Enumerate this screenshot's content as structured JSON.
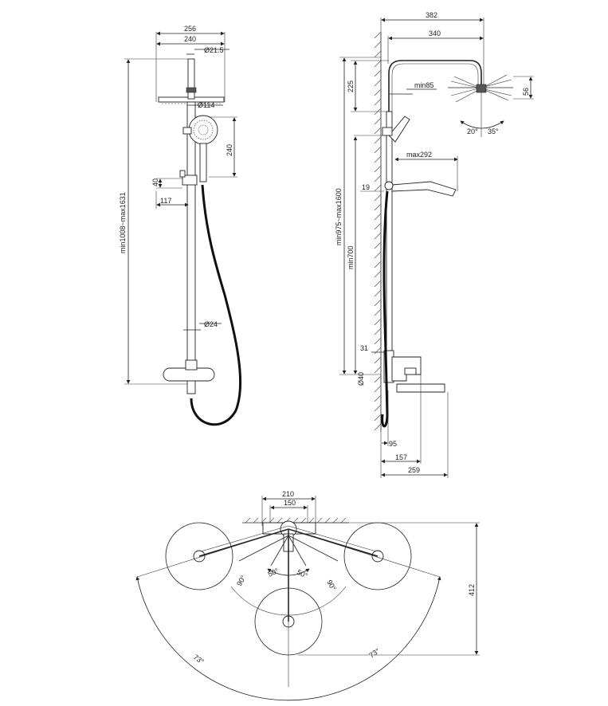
{
  "front_view": {
    "dim_256": "256",
    "dim_240": "240",
    "dim_d21_5": "Ø21.5",
    "dim_d114": "Ø114",
    "dim_240_v": "240",
    "dim_40": "40",
    "dim_117": "117",
    "dim_height": "min1008~max1631",
    "dim_d24": "Ø24"
  },
  "side_view": {
    "dim_382": "382",
    "dim_340": "340",
    "dim_225": "225",
    "dim_min85": "min85",
    "dim_56": "56",
    "angle_20": "20°",
    "angle_35": "35°",
    "dim_max292": "max292",
    "dim_19": "19",
    "dim_height": "min975~max1600",
    "dim_min700": "min700",
    "dim_31": "31",
    "dim_d40": "Ø40",
    "dim_95": "95",
    "dim_157": "157",
    "dim_259": "259"
  },
  "top_view": {
    "dim_210": "210",
    "dim_150": "150",
    "angle_50_left": "50°",
    "angle_50_right": "50°",
    "angle_90_left": "90°",
    "angle_90_right": "90°",
    "angle_73_left": "73°",
    "angle_73_right": "73°",
    "dim_412": "412"
  }
}
